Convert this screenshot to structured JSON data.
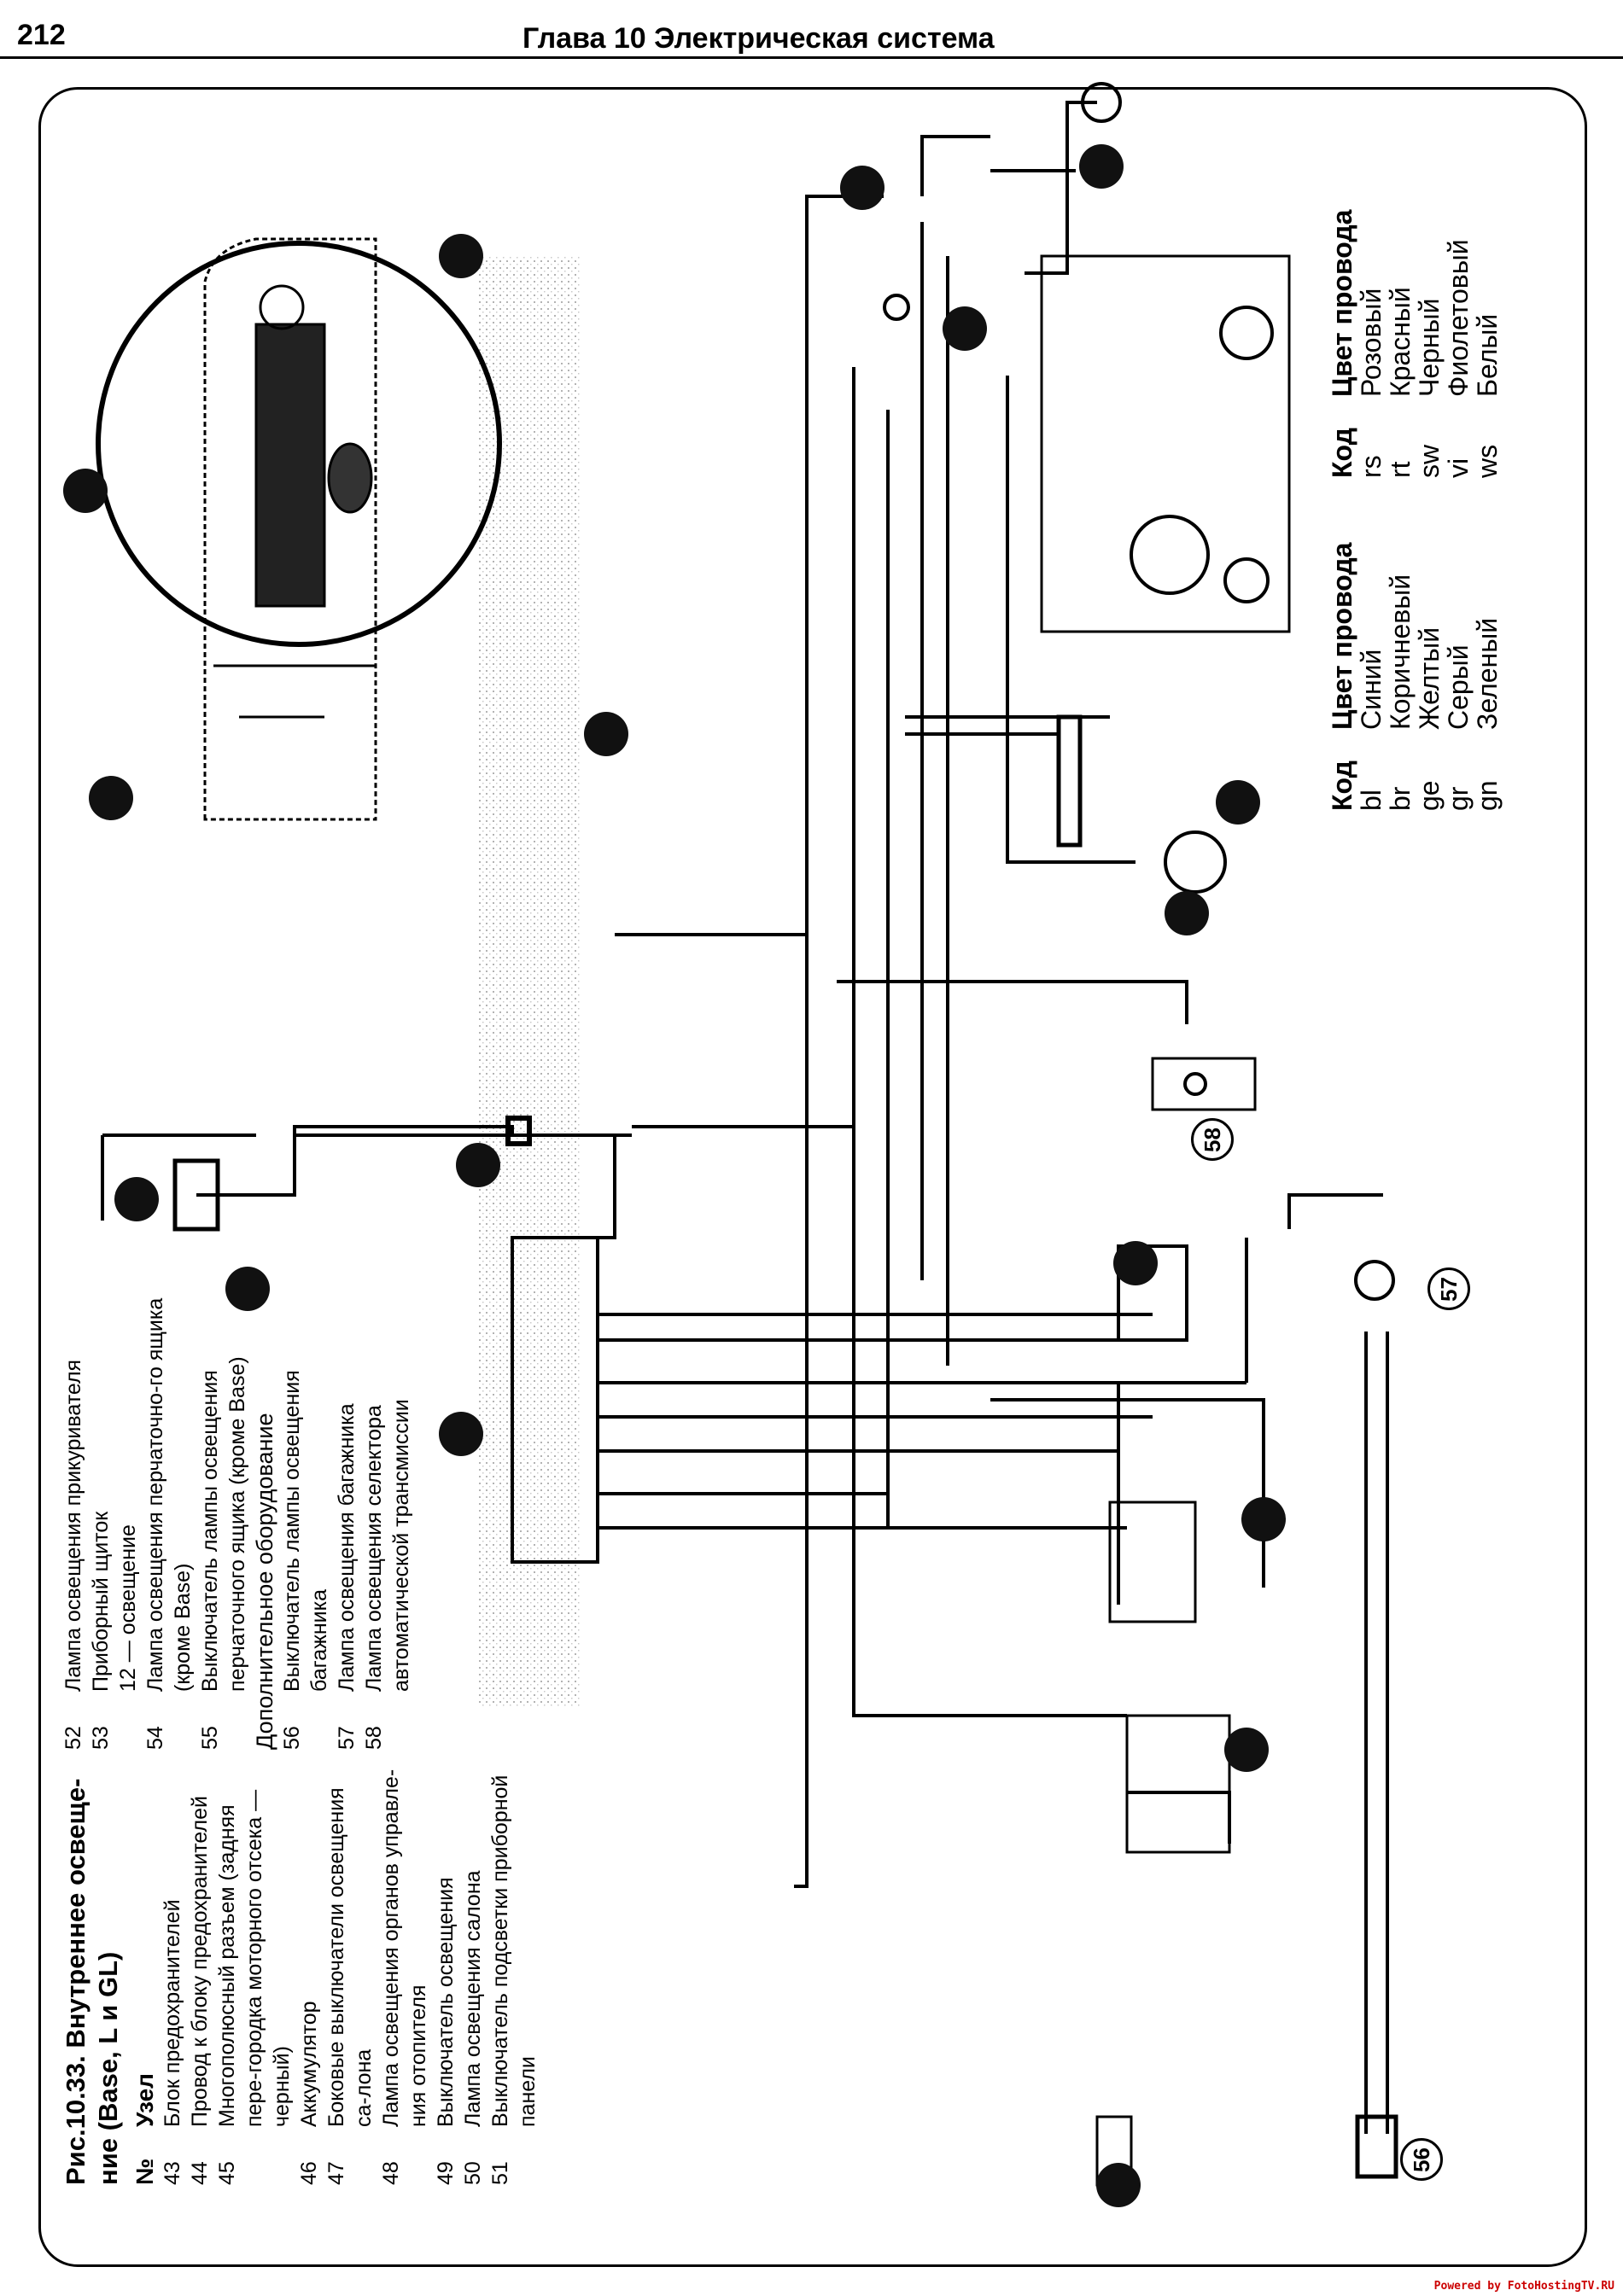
{
  "header": {
    "page_number": "212",
    "chapter_title": "Глава 10  Электрическая система"
  },
  "legend": {
    "title_line1": "Рис.10.33. Внутреннее освеще-",
    "title_line2": "ние (Base, L и GL)",
    "col_num": "№",
    "col_name": "Узел",
    "items_left": [
      {
        "num": "43",
        "text": "Блок предохранителей"
      },
      {
        "num": "44",
        "text": "Провод к блоку предохранителей"
      },
      {
        "num": "45",
        "text": "Многополюсный разъем (задняя пере-городка моторного отсека — черный)"
      },
      {
        "num": "46",
        "text": "Аккумулятор"
      },
      {
        "num": "47",
        "text": "Боковые выключатели освещения са-лона"
      },
      {
        "num": "48",
        "text": "Лампа освещения органов управле-ния отопителя"
      },
      {
        "num": "49",
        "text": "Выключатель освещения"
      },
      {
        "num": "50",
        "text": "Лампа освещения салона"
      },
      {
        "num": "51",
        "text": "Выключатель подсветки приборной панели"
      }
    ],
    "items_right": [
      {
        "num": "52",
        "text": "Лампа освещения прикуривателя"
      },
      {
        "num": "53",
        "text": "Приборный щиток"
      },
      {
        "num": "",
        "text": "12 — освещение"
      },
      {
        "num": "54",
        "text": "Лампа освещения перчаточно-го ящика (кроме Base)"
      },
      {
        "num": "55",
        "text": "Выключатель лампы освещения перчаточного ящика (кроме Base)"
      }
    ],
    "optional_heading": "Дополнительное оборудование",
    "items_optional": [
      {
        "num": "56",
        "text": "Выключатель лампы освещения багажника"
      },
      {
        "num": "57",
        "text": "Лампа освещения багажника"
      },
      {
        "num": "58",
        "text": "Лампа освещения селектора автоматической трансмиссии"
      }
    ]
  },
  "color_codes": {
    "col_code": "Код",
    "col_color": "Цвет провода",
    "table1": [
      {
        "code": "bl",
        "color": "Синий"
      },
      {
        "code": "br",
        "color": "Коричневый"
      },
      {
        "code": "ge",
        "color": "Желтый"
      },
      {
        "code": "gr",
        "color": "Серый"
      },
      {
        "code": "gn",
        "color": "Зеленый"
      }
    ],
    "table2": [
      {
        "code": "rs",
        "color": "Розовый"
      },
      {
        "code": "rt",
        "color": "Красный"
      },
      {
        "code": "sw",
        "color": "Черный"
      },
      {
        "code": "vi",
        "color": "Фиолетовый"
      },
      {
        "code": "ws",
        "color": "Белый"
      }
    ]
  },
  "callouts": {
    "c56": "56",
    "c57": "57",
    "c58": "58"
  },
  "footer": "Powered by FotoHostingTV.RU"
}
